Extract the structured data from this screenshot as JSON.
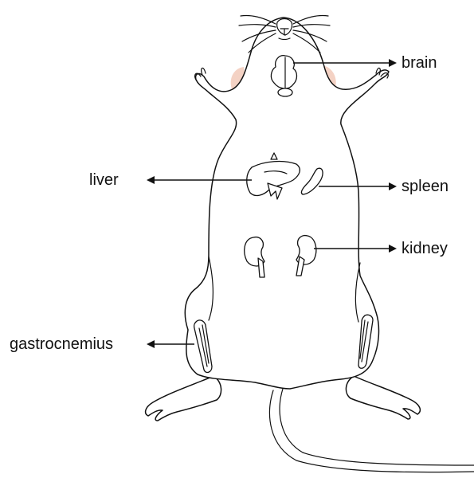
{
  "labels": {
    "brain": "brain",
    "liver": "liver",
    "spleen": "spleen",
    "kidney": "kidney",
    "gastrocnemius": "gastrocnemius"
  },
  "colors": {
    "outline": "#111111",
    "ear": "#f4d2c4",
    "background": "#ffffff"
  }
}
